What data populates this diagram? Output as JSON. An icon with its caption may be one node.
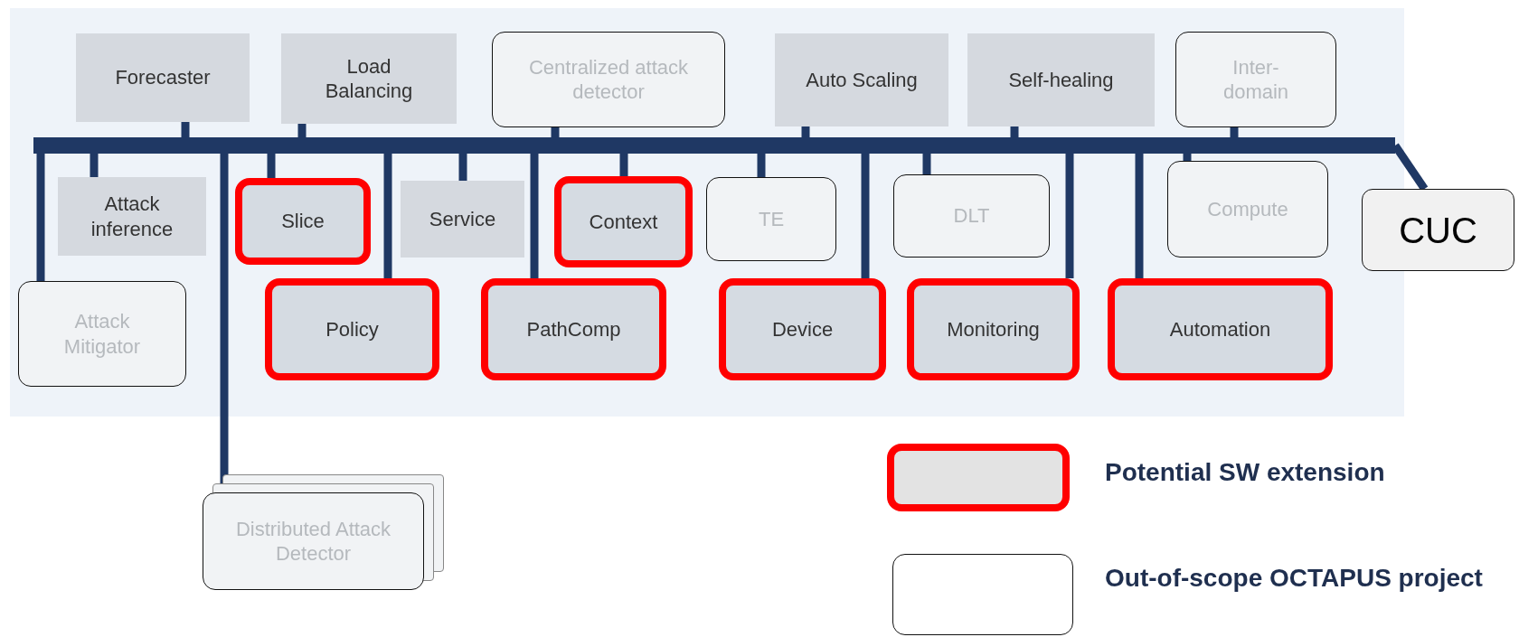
{
  "diagram": {
    "nodes": [
      {
        "text": [
          "Forecaster"
        ]
      },
      {
        "text": [
          "Load Balancing"
        ]
      },
      {
        "text": [
          "Centralized attack detector"
        ]
      },
      {
        "text": [
          "Auto Scaling"
        ]
      },
      {
        "text": [
          "Self-healing"
        ]
      },
      {
        "text": [
          "Inter-domain"
        ]
      },
      {
        "text": [],
        "shape": "bar"
      },
      {
        "text": [
          "Attack inference"
        ]
      },
      {
        "text": [
          "Slice"
        ]
      },
      {
        "text": [
          "Service"
        ]
      },
      {
        "text": [
          "Context"
        ]
      },
      {
        "text": [
          "TE"
        ]
      },
      {
        "text": [
          "DLT"
        ]
      },
      {
        "text": [
          "Compute"
        ]
      },
      {
        "text": [
          "CUC"
        ]
      },
      {
        "text": [
          "Attack Mitigator"
        ]
      },
      {
        "text": [
          "Policy"
        ]
      },
      {
        "text": [
          "PathComp"
        ]
      },
      {
        "text": [
          "Device"
        ]
      },
      {
        "text": [
          "Monitoring"
        ]
      },
      {
        "text": [
          "Automation"
        ]
      },
      {
        "text": [
          "Distributed Attack Detector"
        ]
      }
    ],
    "edges": [
      {
        "from": 0,
        "to": 6,
        "arrow": "none"
      },
      {
        "from": 1,
        "to": 6,
        "arrow": "none"
      },
      {
        "from": 2,
        "to": 6,
        "arrow": "none"
      },
      {
        "from": 3,
        "to": 6,
        "arrow": "none"
      },
      {
        "from": 4,
        "to": 6,
        "arrow": "none"
      },
      {
        "from": 5,
        "to": 6,
        "arrow": "none"
      },
      {
        "from": 7,
        "to": 6,
        "arrow": "none"
      },
      {
        "from": 8,
        "to": 6,
        "arrow": "none"
      },
      {
        "from": 9,
        "to": 6,
        "arrow": "none"
      },
      {
        "from": 10,
        "to": 6,
        "arrow": "none"
      },
      {
        "from": 11,
        "to": 6,
        "arrow": "none"
      },
      {
        "from": 12,
        "to": 6,
        "arrow": "none"
      },
      {
        "from": 13,
        "to": 6,
        "arrow": "none"
      },
      {
        "from": 6,
        "to": 14,
        "arrow": "none"
      },
      {
        "from": 15,
        "to": 6,
        "arrow": "none"
      },
      {
        "from": 16,
        "to": 6,
        "arrow": "none"
      },
      {
        "from": 17,
        "to": 6,
        "arrow": "none"
      },
      {
        "from": 18,
        "to": 6,
        "arrow": "none"
      },
      {
        "from": 19,
        "to": 6,
        "arrow": "none"
      },
      {
        "from": 20,
        "to": 6,
        "arrow": "none"
      },
      {
        "from": 21,
        "to": 6,
        "arrow": "none"
      }
    ],
    "legend": [
      {
        "text": "Potential SW extension"
      },
      {
        "text": "Out-of-scope OCTAPUS project"
      }
    ]
  }
}
